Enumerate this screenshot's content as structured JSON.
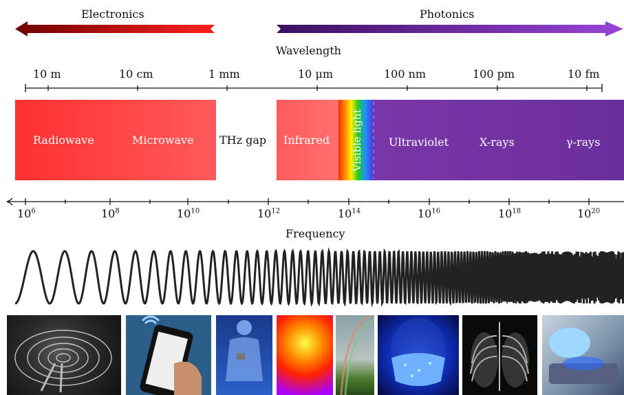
{
  "header": {
    "electronics_label": "Electronics",
    "photonics_label": "Photonics",
    "wavelength_label": "Wavelength",
    "frequency_label": "Frequency"
  },
  "wavelength_ticks": [
    "10 m",
    "10 cm",
    "1 mm",
    "10 μm",
    "100 nm",
    "100 pm",
    "10 fm"
  ],
  "bands": {
    "radiowave": "Radiowave",
    "microwave": "Microwave",
    "thz_gap": "THz gap",
    "infrared": "Infrared",
    "visible": "Visible light",
    "ultraviolet": "Ultraviolet",
    "xrays": "X-rays",
    "gamma": "γ-rays"
  },
  "frequency_ticks": [
    {
      "base": "10",
      "exp": "6"
    },
    {
      "base": "10",
      "exp": "8"
    },
    {
      "base": "10",
      "exp": "10"
    },
    {
      "base": "10",
      "exp": "12"
    },
    {
      "base": "10",
      "exp": "14"
    },
    {
      "base": "10",
      "exp": "16"
    },
    {
      "base": "10",
      "exp": "18"
    },
    {
      "base": "10",
      "exp": "20"
    }
  ],
  "colors": {
    "electronics_dark": "#6e0000",
    "electronics_light": "#ff2020",
    "photonics_dark": "#3a1060",
    "photonics_light": "#9a44d8",
    "radio_band": "#ff3a3a",
    "infrared_band": "#ff6060",
    "uv_band": "#7030a0"
  },
  "images": [
    "radio-telescope-image",
    "smartphone-image",
    "thermal-body-image",
    "thermal-face-image",
    "rainbow-image",
    "uv-mask-image",
    "chest-xray-image",
    "radiotherapy-image"
  ]
}
